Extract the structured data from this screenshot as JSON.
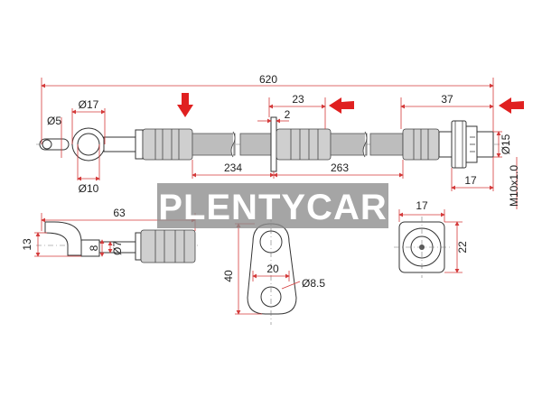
{
  "brand": {
    "watermark": "PLENTYCAR"
  },
  "dimensions": {
    "overall_length": "620",
    "left_eye_outer_dia": "Ø17",
    "left_pin_dia": "Ø5",
    "left_eye_inner_dia": "Ø10",
    "bracket_width": "23",
    "bracket_thickness": "2",
    "segment_left": "234",
    "segment_right": "263",
    "right_fitting_length": "37",
    "right_fitting_dia": "Ø15",
    "right_hex_width": "17",
    "thread": "M10x1.0",
    "bend_length": "63",
    "bend_offset": "13",
    "bend_small": "8",
    "bend_tube_dia": "Ø7",
    "plate_height": "40",
    "plate_width": "20",
    "plate_hole_dia": "Ø8.5",
    "end_view_width": "17",
    "end_view_height": "22"
  },
  "colors": {
    "dimension_line": "#d43a3a",
    "arrow": "#e02020",
    "hose": "#bdbdbd",
    "watermark_box": "#8c8c8c"
  }
}
